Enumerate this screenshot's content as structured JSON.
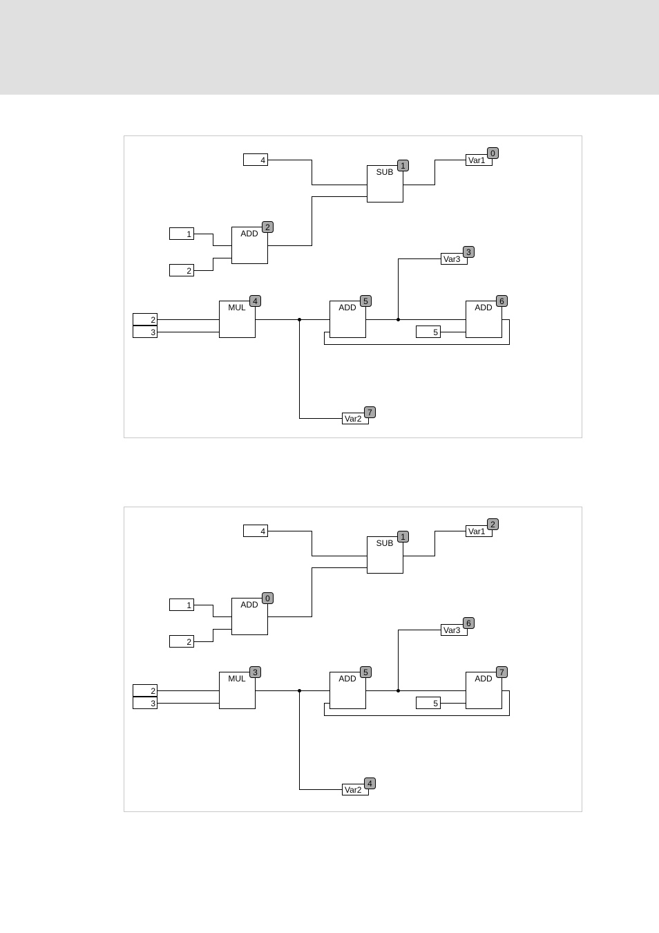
{
  "diagrams": [
    {
      "inputs": {
        "c4": "4",
        "c1": "1",
        "c2a": "2",
        "c2b": "2",
        "c3": "3",
        "c5": "5"
      },
      "blocks": {
        "sub": {
          "label": "SUB",
          "order": "1"
        },
        "add1": {
          "label": "ADD",
          "order": "2"
        },
        "mul": {
          "label": "MUL",
          "order": "4"
        },
        "add2": {
          "label": "ADD",
          "order": "5"
        },
        "add3": {
          "label": "ADD",
          "order": "6"
        }
      },
      "outputs": {
        "var1": {
          "label": "Var1",
          "order": "0"
        },
        "var3": {
          "label": "Var3",
          "order": "3"
        },
        "var2": {
          "label": "Var2",
          "order": "7"
        }
      }
    },
    {
      "inputs": {
        "c4": "4",
        "c1": "1",
        "c2a": "2",
        "c2b": "2",
        "c3": "3",
        "c5": "5"
      },
      "blocks": {
        "sub": {
          "label": "SUB",
          "order": "1"
        },
        "add1": {
          "label": "ADD",
          "order": "0"
        },
        "mul": {
          "label": "MUL",
          "order": "3"
        },
        "add2": {
          "label": "ADD",
          "order": "5"
        },
        "add3": {
          "label": "ADD",
          "order": "7"
        }
      },
      "outputs": {
        "var1": {
          "label": "Var1",
          "order": "2"
        },
        "var3": {
          "label": "Var3",
          "order": "6"
        },
        "var2": {
          "label": "Var2",
          "order": "4"
        }
      }
    }
  ]
}
